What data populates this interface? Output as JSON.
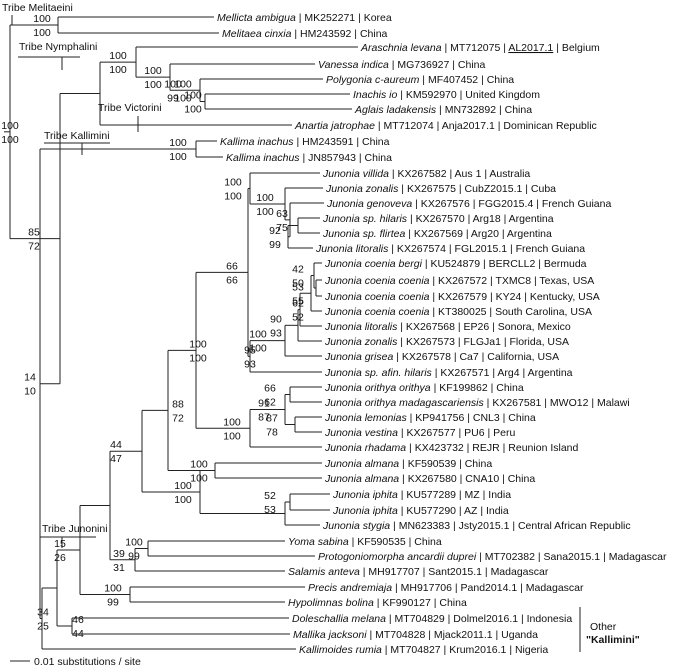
{
  "tribes": [
    "Tribe Melitaeini",
    "Tribe Nymphalini",
    "Tribe Victorini",
    "Tribe Kallimini",
    "Tribe Junonini"
  ],
  "other_group": [
    "Other",
    "\"Kallimini\""
  ],
  "scale_label": "0.01 substitutions / site",
  "boxed_code": "AL2017.1",
  "tips": [
    {
      "sp": "Mellicta ambigua",
      "info": " | MK252271 | Korea"
    },
    {
      "sp": "Melitaea cinxia",
      "info": " | HM243592 | China"
    },
    {
      "sp": "Araschnia levana",
      "info": " | MT712075 | ",
      "info2": " | Belgium"
    },
    {
      "sp": "Vanessa indica",
      "info": " | MG736927 | China"
    },
    {
      "sp": "Polygonia c-aureum",
      "info": " | MF407452 | China"
    },
    {
      "sp": "Inachis io",
      "info": " | KM592970 | United Kingdom"
    },
    {
      "sp": "Aglais ladakensis",
      "info": " | MN732892 | China"
    },
    {
      "sp": "Anartia jatrophae",
      "info": " | MT712074 | Anja2017.1 | Dominican Republic"
    },
    {
      "sp": "Kallima inachus",
      "info": " | HM243591 | China"
    },
    {
      "sp": "Kallima inachus",
      "info": " | JN857943 | China"
    },
    {
      "sp": "Junonia villida",
      "info": " | KX267582 | Aus 1 | Australia"
    },
    {
      "sp": "Junonia zonalis",
      "info": " | KX267575 | CubZ2015.1 | Cuba"
    },
    {
      "sp": "Junonia genoveva",
      "info": " | KX267576 | FGG2015.4 | French Guiana"
    },
    {
      "sp": "Junonia sp. hilaris",
      "info": " | KX267570 | Arg18 | Argentina"
    },
    {
      "sp": "Junonia sp. flirtea",
      "info": " | KX267569 | Arg20 | Argentina"
    },
    {
      "sp": "Junonia litoralis",
      "info": " | KX267574 | FGL2015.1 | French Guiana"
    },
    {
      "sp": "Junonia coenia bergi",
      "info": " | KU524879 | BERCLL2 | Bermuda"
    },
    {
      "sp": "Junonia coenia coenia",
      "info": " | KX267572 | TXMC8 | Texas, USA"
    },
    {
      "sp": "Junonia coenia coenia",
      "info": " | KX267579 | KY24 | Kentucky, USA"
    },
    {
      "sp": "Junonia coenia coenia",
      "info": " | KT380025 | South Carolina, USA"
    },
    {
      "sp": "Junonia litoralis",
      "info": " | KX267568 | EP26 | Sonora, Mexico"
    },
    {
      "sp": "Junonia zonalis",
      "info": " | KX267573 | FLGJa1 | Florida, USA"
    },
    {
      "sp": "Junonia grisea",
      "info": " | KX267578 | Ca7 | California, USA"
    },
    {
      "sp": "Junonia sp. afin. hilaris",
      "info": " | KX267571 | Arg4 | Argentina"
    },
    {
      "sp": "Junonia orithya orithya",
      "info": " | KF199862 | China"
    },
    {
      "sp": "Junonia orithya madagascariensis",
      "info": " | KX267581 | MWO12 | Malawi"
    },
    {
      "sp": "Junonia lemonias",
      "info": " | KP941756 | CNL3 | China"
    },
    {
      "sp": "Junonia vestina",
      "info": " | KX267577 | PU6 | Peru"
    },
    {
      "sp": "Junonia rhadama",
      "info": " | KX423732 | REJR | Reunion Island"
    },
    {
      "sp": "Junonia almana",
      "info": " | KF590539 | China"
    },
    {
      "sp": "Junonia almana",
      "info": " | KX267580 | CNA10 | China"
    },
    {
      "sp": "Junonia iphita",
      "info": " | KU577289 | MZ | India"
    },
    {
      "sp": "Junonia iphita",
      "info": " | KU577290 | AZ | India"
    },
    {
      "sp": "Junonia stygia",
      "info": " | MN623383 | Jsty2015.1 | Central African Republic"
    },
    {
      "sp": "Yoma sabina",
      "info": " | KF590535 | China"
    },
    {
      "sp": "Protogoniomorpha ancardii duprei",
      "info": " | MT702382 | Sana2015.1 | Madagascar"
    },
    {
      "sp": "Salamis anteva",
      "info": " | MH917707 | Sant2015.1 | Madagascar"
    },
    {
      "sp": "Precis andremiaja",
      "info": " | MH917706 | Pand2014.1 | Madagascar"
    },
    {
      "sp": "Hypolimnas bolina",
      "info": " | KF990127 | China"
    },
    {
      "sp": "Doleschallia melana",
      "info": " | MT704829 | Dolmel2016.1 | Indonesia"
    },
    {
      "sp": "Mallika jacksoni",
      "info": " | MT704828 | Mjack2011.1 | Uganda"
    },
    {
      "sp": "Kallimoides rumia",
      "info": " | MT704827 | Krum2016.1 | Nigeria"
    }
  ],
  "support": [
    [
      "100",
      "100"
    ],
    [
      "100",
      "100"
    ],
    [
      "100",
      "100"
    ],
    [
      "100",
      "100"
    ],
    [
      "100",
      "99"
    ],
    [
      "100",
      "100"
    ],
    [
      "85",
      "72"
    ],
    [
      "100",
      "100"
    ],
    [
      "100",
      "100"
    ],
    [
      "100",
      "100"
    ],
    [
      "92",
      "99"
    ],
    [
      "63",
      "75"
    ],
    [
      "66",
      "66"
    ],
    [
      "42",
      "50"
    ],
    [
      "53",
      "55"
    ],
    [
      "62",
      "52"
    ],
    [
      "90",
      "93"
    ],
    [
      "100",
      "100"
    ],
    [
      "95",
      "93"
    ],
    [
      "66",
      "62"
    ],
    [
      "91",
      "87"
    ],
    [
      "87",
      "78"
    ],
    [
      "100",
      "100"
    ],
    [
      "88",
      "72"
    ],
    [
      "100",
      "100"
    ],
    [
      "100",
      "100"
    ],
    [
      "52",
      "53"
    ],
    [
      "100",
      "100"
    ],
    [
      "44",
      "47"
    ],
    [
      "100",
      "99"
    ],
    [
      "39",
      "31"
    ],
    [
      "100",
      "99"
    ],
    [
      "15",
      "26"
    ],
    [
      "46",
      "44"
    ],
    [
      "34",
      "25"
    ],
    [
      "14",
      "10"
    ],
    [
      "100",
      "100"
    ]
  ]
}
